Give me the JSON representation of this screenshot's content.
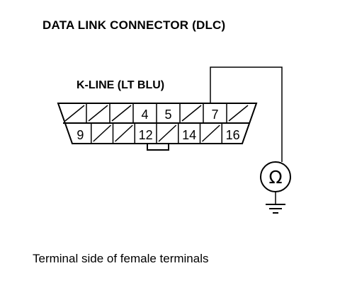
{
  "title": "DATA LINK CONNECTOR (DLC)",
  "kline_label": "K-LINE (LT BLU)",
  "caption": "Terminal side of female terminals",
  "ohm_symbol": "Ω",
  "connector": {
    "top_row": [
      {
        "label": "",
        "hatched": true
      },
      {
        "label": "",
        "hatched": true
      },
      {
        "label": "",
        "hatched": true
      },
      {
        "label": "4",
        "hatched": false
      },
      {
        "label": "5",
        "hatched": false
      },
      {
        "label": "",
        "hatched": true
      },
      {
        "label": "7",
        "hatched": false
      },
      {
        "label": "",
        "hatched": true
      }
    ],
    "bottom_row": [
      {
        "label": "9",
        "hatched": false
      },
      {
        "label": "",
        "hatched": true
      },
      {
        "label": "",
        "hatched": true
      },
      {
        "label": "12",
        "hatched": false
      },
      {
        "label": "",
        "hatched": true
      },
      {
        "label": "14",
        "hatched": false
      },
      {
        "label": "",
        "hatched": true
      },
      {
        "label": "16",
        "hatched": false
      }
    ]
  }
}
